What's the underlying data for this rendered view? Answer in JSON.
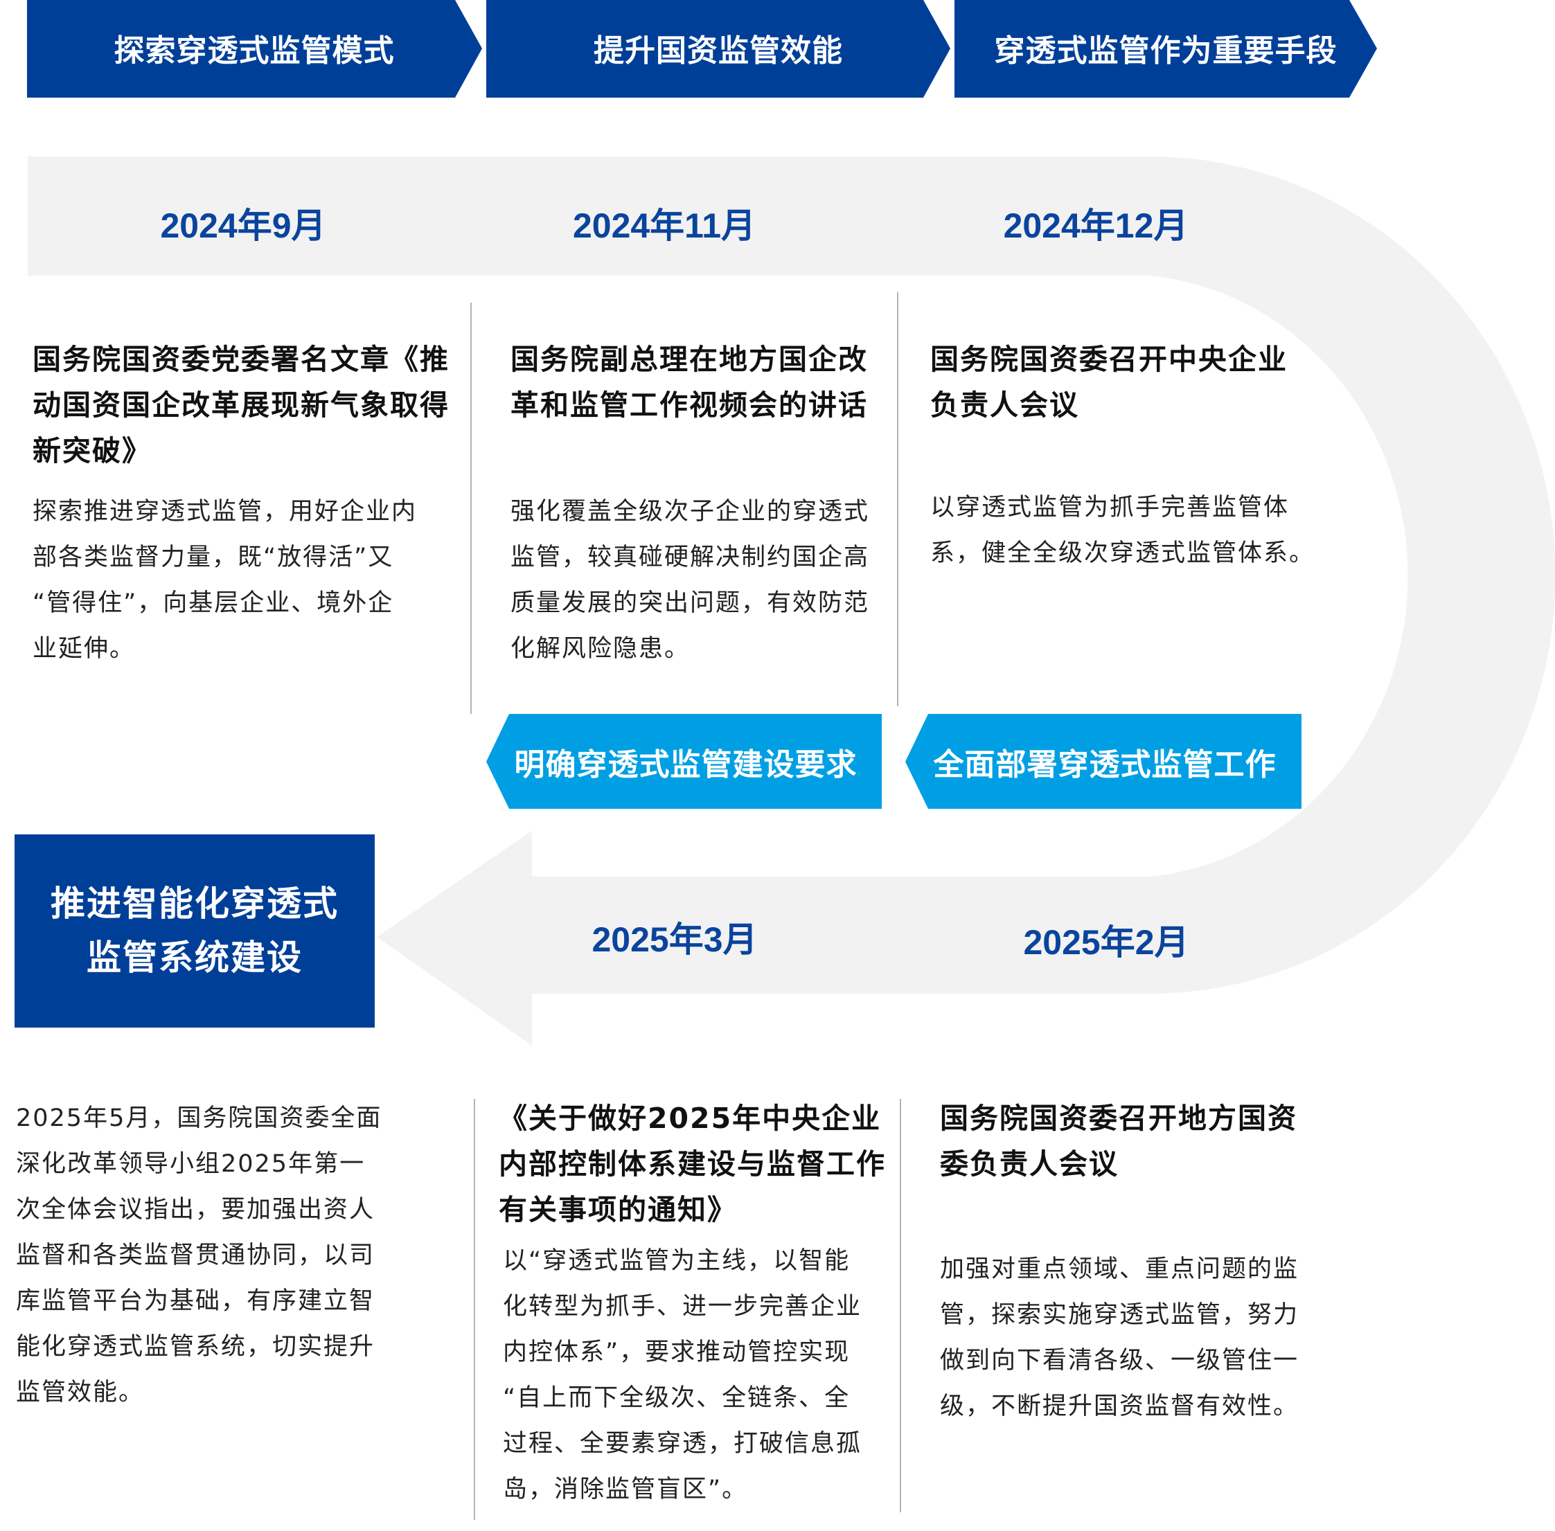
{
  "colors": {
    "dark_blue": "#003f98",
    "light_blue": "#009fe3",
    "band_grey": "#f2f2f2",
    "date_blue": "#0a449c"
  },
  "stages": [
    {
      "label": "探索穿透式监管模式"
    },
    {
      "label": "提升国资监管效能"
    },
    {
      "label": "穿透式监管作为重要手段"
    }
  ],
  "badges": [
    {
      "label": "明确穿透式监管建设要求"
    },
    {
      "label": "全面部署穿透式监管工作"
    }
  ],
  "final_box": {
    "line1": "推进智能化穿透式",
    "line2": "监管系统建设"
  },
  "timeline": [
    {
      "date": "2024年9月",
      "title_lines": [
        "国务院国资委党委署名文章《推",
        "动国资国企改革展现新气象取得",
        "新突破》"
      ],
      "body_lines": [
        "探索推进穿透式监管，用好企业内",
        "部各类监督力量，既“放得活”又",
        "“管得住”，向基层企业、境外企",
        "业延伸。"
      ]
    },
    {
      "date": "2024年11月",
      "title_lines": [
        "国务院副总理在地方国企改",
        "革和监管工作视频会的讲话"
      ],
      "body_lines": [
        "强化覆盖全级次子企业的穿透式",
        "监管，较真碰硬解决制约国企高",
        "质量发展的突出问题，有效防范",
        "化解风险隐患。"
      ]
    },
    {
      "date": "2024年12月",
      "title_lines": [
        "国务院国资委召开中央企业",
        "负责人会议"
      ],
      "body_lines": [
        "以穿透式监管为抓手完善监管体",
        "系，健全全级次穿透式监管体系。"
      ]
    },
    {
      "date": "2025年2月",
      "title_lines": [
        "国务院国资委召开地方国资",
        "委负责人会议"
      ],
      "body_lines": [
        "加强对重点领域、重点问题的监",
        "管，探索实施穿透式监管，努力",
        "做到向下看清各级、一级管住一",
        "级，不断提升国资监督有效性。"
      ]
    },
    {
      "date": "2025年3月",
      "title_lines": [
        "《关于做好2025年中央企业",
        "内部控制体系建设与监督工作",
        "有关事项的通知》"
      ],
      "body_lines": [
        "以“穿透式监管为主线，以智能",
        "化转型为抓手、进一步完善企业",
        "内控体系”，要求推动管控实现",
        "“自上而下全级次、全链条、全",
        "过程、全要素穿透，打破信息孤",
        "岛，消除监管盲区”。"
      ]
    },
    {
      "body_lines": [
        "2025年5月，国务院国资委全面",
        "深化改革领导小组2025年第一",
        "次全体会议指出，要加强出资人",
        "监督和各类监督贯通协同，以司",
        "库监管平台为基础，有序建立智",
        "能化穿透式监管系统，切实提升",
        "监管效能。"
      ]
    }
  ]
}
